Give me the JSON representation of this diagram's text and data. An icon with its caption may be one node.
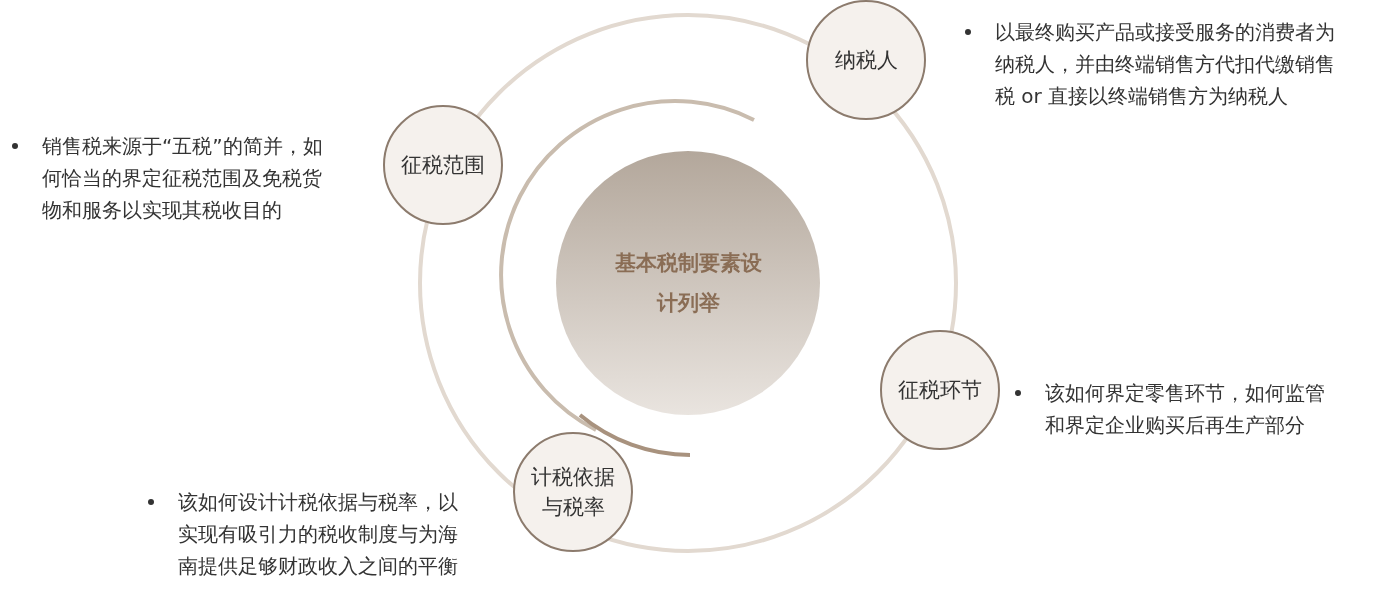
{
  "diagram": {
    "nodes": [
      {
        "text": [
          "纳税人"
        ],
        "beside": [
          "以最终购买产品或接受服务的消费者为纳税人，并由终端销售方代扣代缴销售税 or 直接以终端销售方为纳税人"
        ]
      },
      {
        "text": [
          "征税范围"
        ],
        "beside": [
          "销售税来源于“五税”的简并，如何恰当的界定征税范围及免税货物和服务以实现其税收目的"
        ]
      },
      {
        "text": [
          "基本税制要素设计列举"
        ]
      },
      {
        "text": [
          "征税环节"
        ],
        "beside": [
          "该如何界定零售环节，如何监管和界定企业购买后再生产部分"
        ]
      },
      {
        "text": [
          "计税依据与税率"
        ],
        "beside": [
          "该如何设计计税依据与税率，以实现有吸引力的税收制度与为海南提供足够财政收入之间的平衡"
        ]
      }
    ]
  }
}
